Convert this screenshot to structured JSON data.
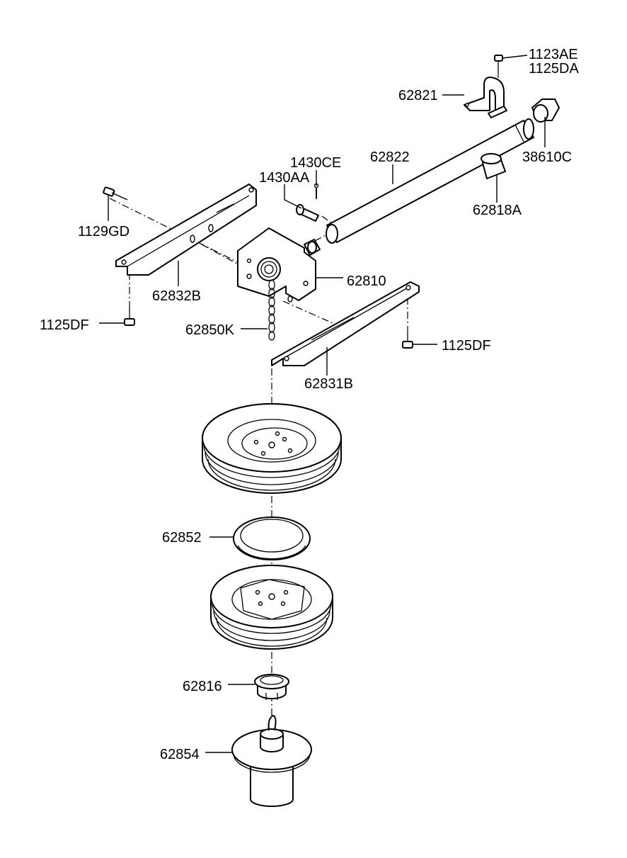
{
  "labels": {
    "p1123AE": "1123AE",
    "p1125DA": "1125DA",
    "p62821": "62821",
    "p38610C": "38610C",
    "p1430CE": "1430CE",
    "p62822": "62822",
    "p1430AA": "1430AA",
    "p62818A": "62818A",
    "p1129GD": "1129GD",
    "p62810": "62810",
    "p62832B": "62832B",
    "p1125DF_left": "1125DF",
    "p62850K": "62850K",
    "p1125DF_right": "1125DF",
    "p62831B": "62831B",
    "p62852": "62852",
    "p62816": "62816",
    "p62854": "62854"
  }
}
